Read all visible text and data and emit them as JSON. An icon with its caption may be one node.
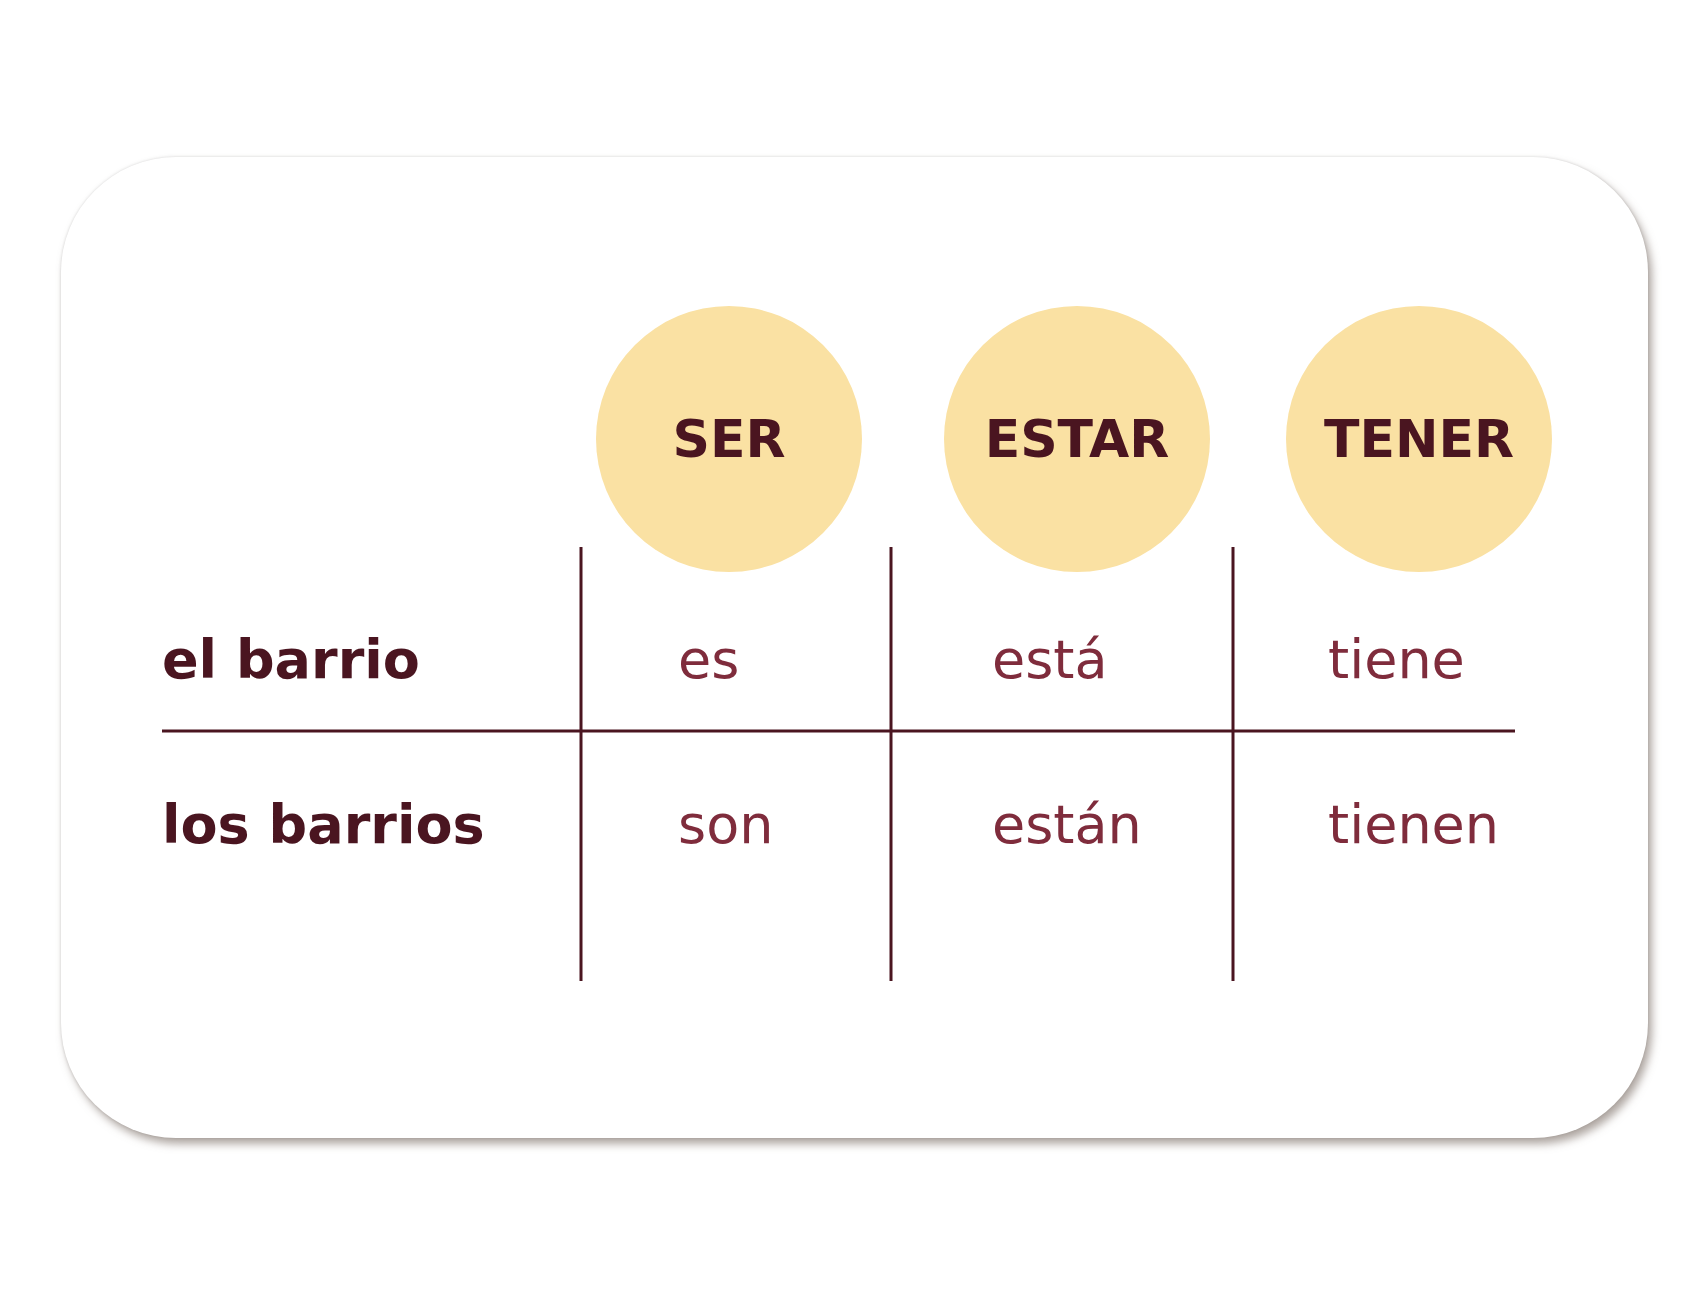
{
  "diagram": {
    "nodes": [
      {
        "text": [
          "SER"
        ]
      },
      {
        "text": [
          "ESTAR"
        ]
      },
      {
        "text": [
          "TENER"
        ]
      }
    ],
    "labels": [
      "el barrio",
      "es",
      "está",
      "tiene",
      "los barrios",
      "son",
      "están",
      "tienen"
    ]
  }
}
